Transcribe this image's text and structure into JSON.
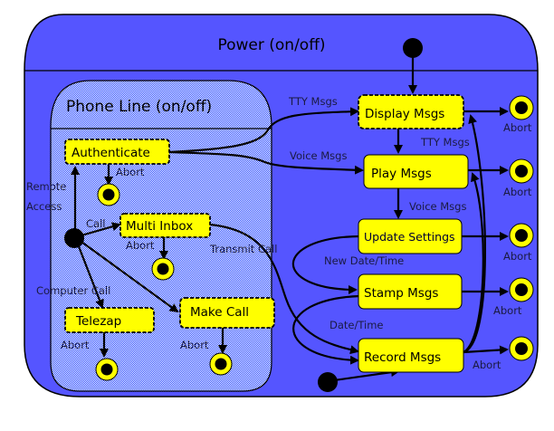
{
  "colors": {
    "power_fill": "#5555ff",
    "phone_fill_a": "#2244ff",
    "phone_fill_b": "#ffffff",
    "state_fill": "#ffff00",
    "final_ring": "#ffff00",
    "line": "#000000"
  },
  "power": {
    "title": "Power (on/off)"
  },
  "phone_line": {
    "title": "Phone Line (on/off)"
  },
  "states": {
    "authenticate": "Authenticate",
    "multi_inbox": "Multi Inbox",
    "telezap": "Telezap",
    "make_call": "Make Call",
    "display_msgs": "Display Msgs",
    "play_msgs": "Play Msgs",
    "update_settings": "Update Settings",
    "stamp_msgs": "Stamp Msgs",
    "record_msgs": "Record Msgs"
  },
  "transitions": {
    "remote": "Remote",
    "access": "Access",
    "call": "Call",
    "computer_call": "Computer Call",
    "transmit_call": "Transmit Call",
    "tty_msgs_1": "TTY Msgs",
    "voice_msgs_1": "Voice Msgs",
    "tty_msgs_2": "TTY Msgs",
    "voice_msgs_2": "Voice Msgs",
    "new_date_time": "New Date/Time",
    "date_time": "Date/Time",
    "abort": "Abort"
  }
}
